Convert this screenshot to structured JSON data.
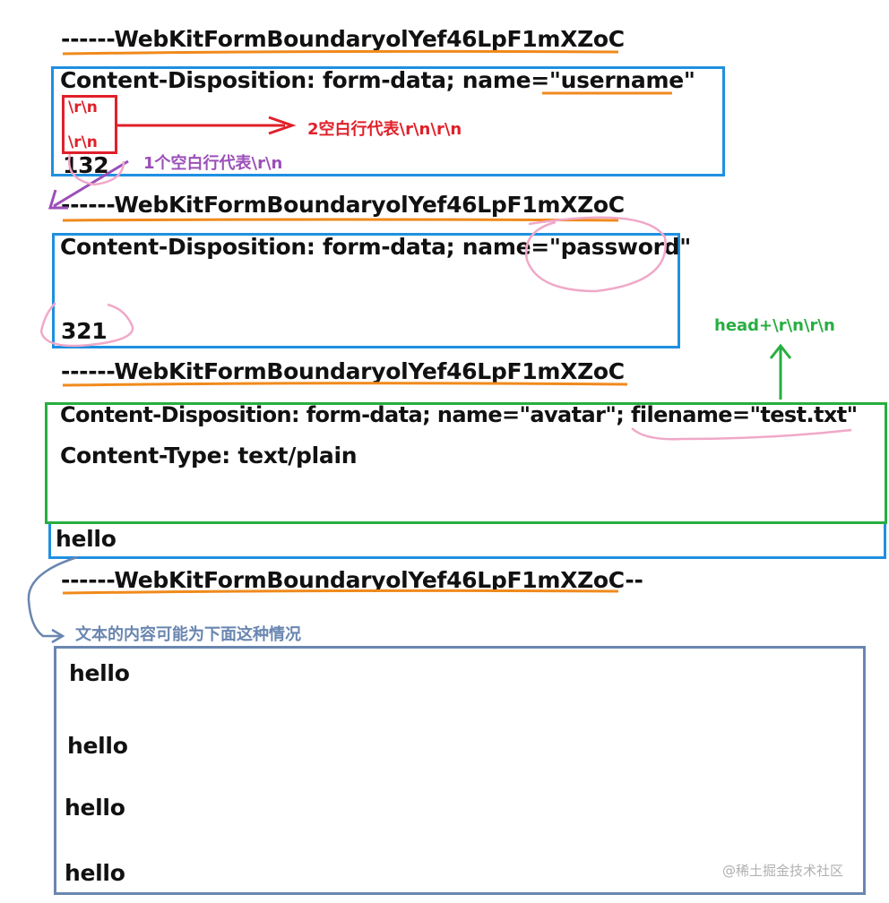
{
  "boundary": "------WebKitFormBoundaryolYef46LpF1mXZoC",
  "boundary_end": "------WebKitFormBoundaryolYef46LpF1mXZoC--",
  "parts": {
    "username": {
      "disposition": "Content-Disposition: form-data; name=\"username\"",
      "crlf_1": "\\r\\n",
      "crlf_2": "\\r\\n",
      "value": "132"
    },
    "password": {
      "disposition": "Content-Disposition: form-data; name=\"password\"",
      "value": "321"
    },
    "avatar": {
      "disposition": "Content-Disposition: form-data; name=\"avatar\"; filename=\"test.txt\"",
      "content_type": "Content-Type: text/plain",
      "body": "hello"
    }
  },
  "annotations": {
    "two_blank_lines": "2空白行代表\\r\\n\\r\\n",
    "one_blank_line": "1个空白行代表\\r\\n",
    "head_marker": "head+\\r\\n\\r\\n",
    "text_content_note": "文本的内容可能为下面这种情况"
  },
  "example_lines": [
    "hello",
    "hello",
    "hello",
    "hello"
  ],
  "watermark": "@稀土掘金技术社区",
  "colors": {
    "blue_box": "#1e90e0",
    "green_box": "#27ae40",
    "red": "#e0202a",
    "purple": "#9b4fb8",
    "orange_underline": "#f08a1c",
    "pink_circle": "#f0a8c8",
    "slate": "#6a86b0"
  }
}
